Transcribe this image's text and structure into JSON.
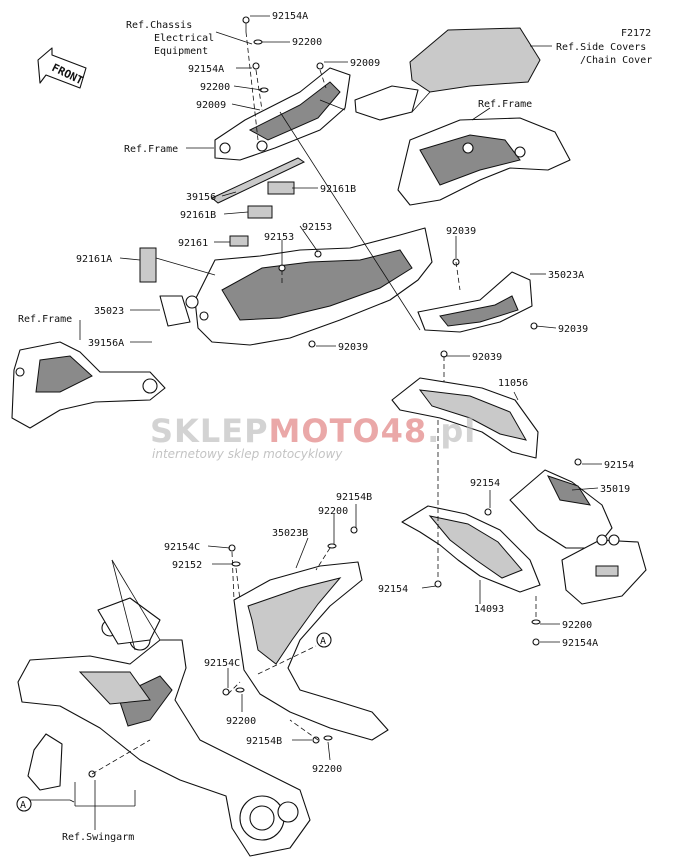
{
  "diagram_code": "F2172",
  "labels": {
    "ref_chassis": "Ref.Chassis",
    "ref_electrical": "Electrical",
    "ref_equipment": "Equipment",
    "ref_side_covers": "Ref.Side Covers",
    "ref_chain_cover": "/Chain Cover",
    "ref_frame_top": "Ref.Frame",
    "ref_frame_left": "Ref.Frame",
    "ref_frame_lower": "Ref.Frame",
    "ref_swingarm": "Ref.Swingarm",
    "front": "FRONT",
    "circle_a_left": "A",
    "circle_a_right": "A"
  },
  "parts": {
    "p92154A_top": "92154A",
    "p92200_top": "92200",
    "p92009_r": "92009",
    "p92154A_l": "92154A",
    "p92200_l": "92200",
    "p92009_l": "92009",
    "p39156": "39156",
    "p92161B_r": "92161B",
    "p92161B_l": "92161B",
    "p92153_a": "92153",
    "p92039_a": "92039",
    "p92161": "92161",
    "p92153_b": "92153",
    "p92161A": "92161A",
    "p35023A": "35023A",
    "p35023": "35023",
    "p92039_b": "92039",
    "p39156A": "39156A",
    "p92039_c": "92039",
    "p92039_d": "92039",
    "p11056": "11056",
    "p92154_r": "92154",
    "p35019": "35019",
    "p92154_m": "92154",
    "p92154B_t": "92154B",
    "p92200_t": "92200",
    "p35023B": "35023B",
    "p92154C_t": "92154C",
    "p92152": "92152",
    "p92154_b": "92154",
    "p14093": "14093",
    "p92200_r": "92200",
    "p92154A_r": "92154A",
    "p92154C_b": "92154C",
    "p92200_b": "92200",
    "p92154B_b": "92154B",
    "p92200_bb": "92200"
  },
  "watermark": {
    "part1": "SKLEP",
    "part2": "MOTO",
    "part3": "48",
    "part4": ".pl",
    "subtitle": "internetowy sklep motocyklowy"
  }
}
